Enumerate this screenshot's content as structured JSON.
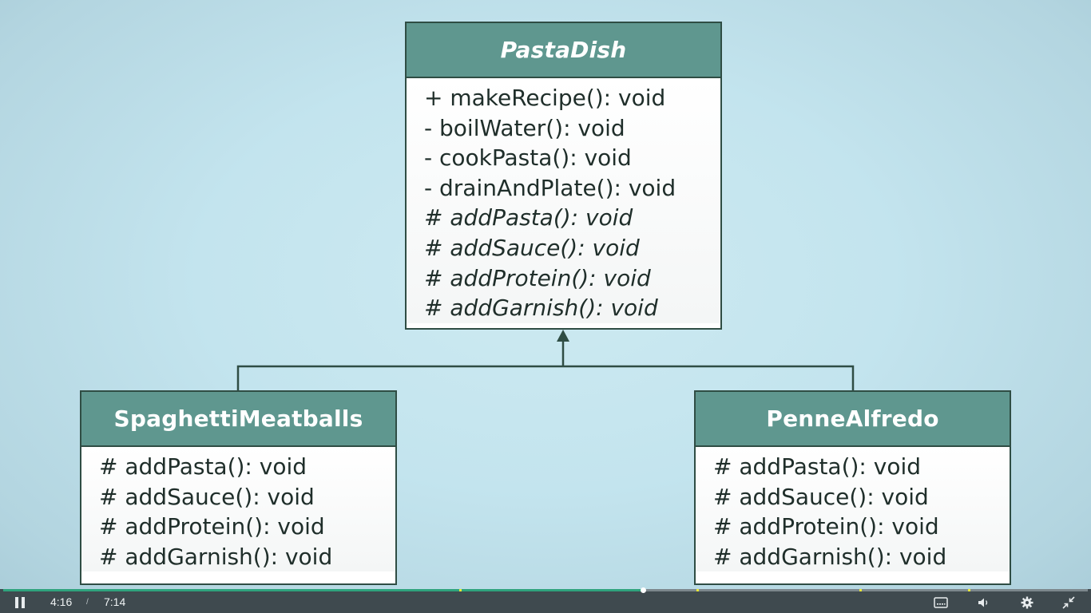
{
  "diagram": {
    "parent": {
      "name": "PastaDish",
      "members": [
        {
          "text": "+ makeRecipe(): void",
          "italic": false
        },
        {
          "text": "- boilWater(): void",
          "italic": false
        },
        {
          "text": "- cookPasta(): void",
          "italic": false
        },
        {
          "text": "- drainAndPlate(): void",
          "italic": false
        },
        {
          "text": "# addPasta(): void",
          "italic": true
        },
        {
          "text": "# addSauce(): void",
          "italic": true
        },
        {
          "text": "# addProtein(): void",
          "italic": true
        },
        {
          "text": "# addGarnish(): void",
          "italic": true
        }
      ]
    },
    "children": [
      {
        "name": "SpaghettiMeatballs",
        "members": [
          "# addPasta(): void",
          "# addSauce(): void",
          "# addProtein(): void",
          "# addGarnish(): void"
        ]
      },
      {
        "name": "PenneAlfredo",
        "members": [
          "# addPasta(): void",
          "# addSauce(): void",
          "# addProtein(): void",
          "# addGarnish(): void"
        ]
      }
    ]
  },
  "player": {
    "current_time": "4:16",
    "separator": "/",
    "duration": "7:14",
    "progress_fraction": 0.59,
    "icons": {
      "play_pause": "pause-icon",
      "captions": "captions-icon",
      "volume": "volume-icon",
      "settings": "gear-icon",
      "fullscreen": "exit-fullscreen-icon"
    },
    "colors": {
      "progress": "#2fa37d",
      "bar": "#3f4a4f"
    }
  },
  "colors": {
    "class_header": "#5f978f",
    "border": "#2f4d44",
    "background": "#c3e4ee"
  }
}
